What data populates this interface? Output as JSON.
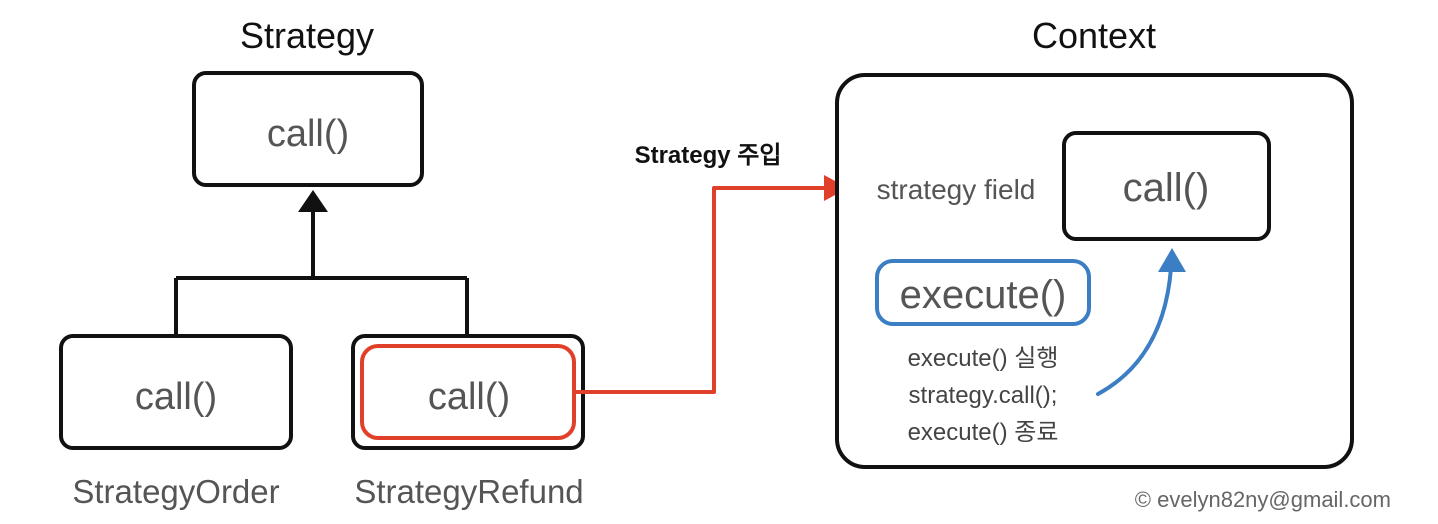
{
  "strategy": {
    "title": "Strategy",
    "interface_method": "call()",
    "implementations": [
      {
        "method": "call()",
        "name": "StrategyOrder"
      },
      {
        "method": "call()",
        "name": "StrategyRefund"
      }
    ]
  },
  "injection": {
    "label": "Strategy 주입"
  },
  "context": {
    "title": "Context",
    "field_label": "strategy field",
    "field_method": "call()",
    "execute_method": "execute()",
    "steps": [
      "execute() 실행",
      "strategy.call();",
      "execute() 종료"
    ]
  },
  "copyright": "© evelyn82ny@gmail.com",
  "colors": {
    "outline": "#111111",
    "highlight_red": "#e0402a",
    "highlight_blue": "#3b7ec4",
    "text": "#555555"
  }
}
